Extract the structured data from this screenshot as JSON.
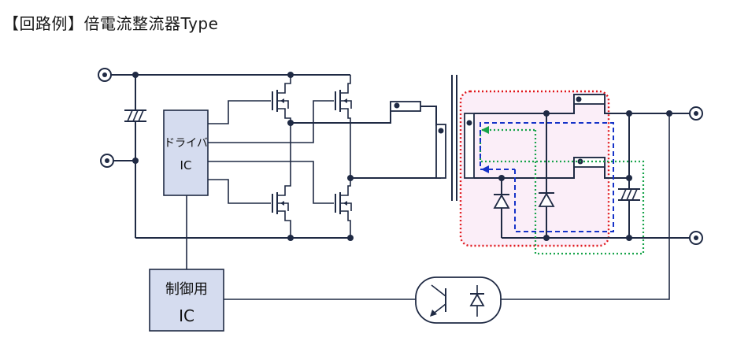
{
  "title": "【回路例】倍電流整流器Type",
  "driver_ic": {
    "line1": "ドライバ",
    "line2": "IC"
  },
  "control_ic": {
    "line1": "制御用",
    "line2": "IC"
  },
  "colors": {
    "wire": "#1f2a44",
    "box_fill": "#d5dcef",
    "red_region": "#e0161c",
    "region_fill": "#fbeef8",
    "green_path": "#17a34a",
    "blue_path": "#1532c8"
  },
  "icons": [
    "terminal-icon",
    "capacitor-icon",
    "mosfet-icon",
    "transformer-icon",
    "inductor-icon",
    "diode-icon",
    "optocoupler-icon",
    "phototransistor-icon"
  ]
}
